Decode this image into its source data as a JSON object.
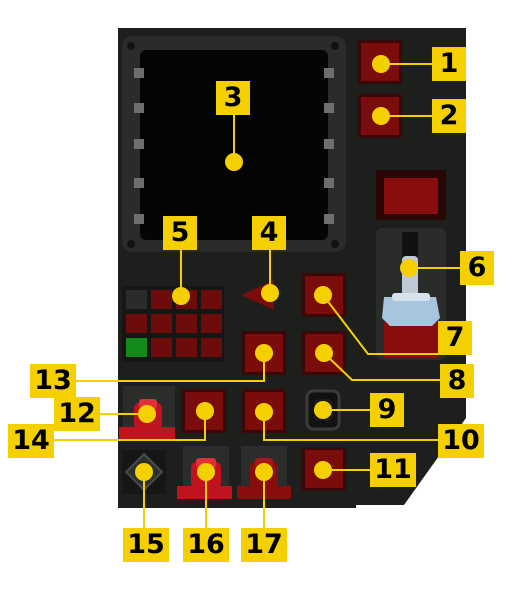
{
  "colors": {
    "panel": "#1d1f1d",
    "screen": "#050505",
    "button_red": "#7b0c0c",
    "button_bezel": "#3a0808",
    "lamp_red": "#c1121f",
    "lamp_green": "#138a1a",
    "callout": "#f5d000",
    "lever": "#a9c4dd"
  },
  "callouts": [
    "1",
    "2",
    "3",
    "4",
    "5",
    "6",
    "7",
    "8",
    "9",
    "10",
    "11",
    "12",
    "13",
    "14",
    "15",
    "16",
    "17"
  ]
}
